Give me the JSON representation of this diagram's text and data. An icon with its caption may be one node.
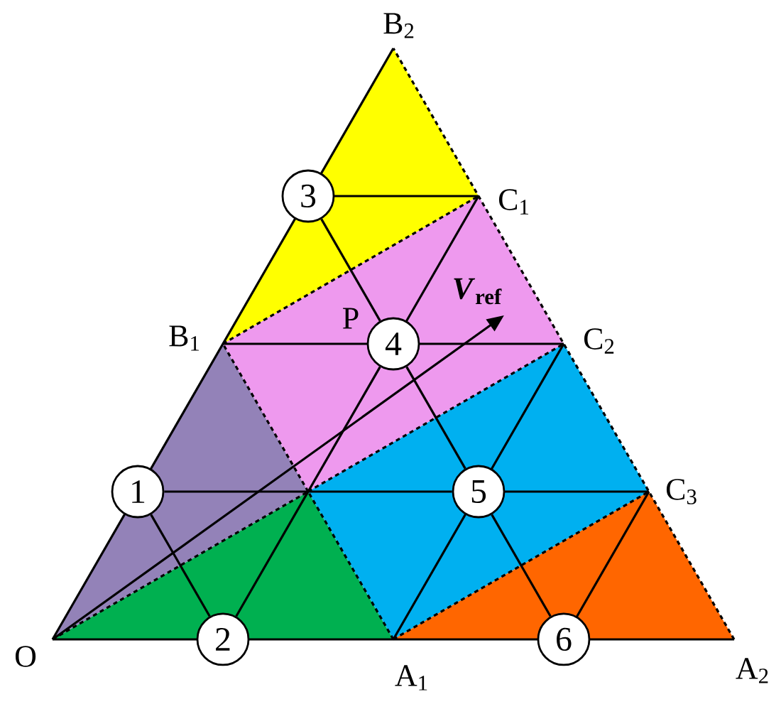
{
  "diagram": {
    "nodes": [
      {
        "text": [
          "1"
        ]
      },
      {
        "text": [
          "2"
        ]
      },
      {
        "text": [
          "3"
        ]
      },
      {
        "text": [
          "4"
        ]
      },
      {
        "text": [
          "5"
        ]
      },
      {
        "text": [
          "6"
        ]
      }
    ],
    "edges": [
      {
        "from": 0,
        "to": 1,
        "arrow": "none"
      },
      {
        "from": 1,
        "to": 3,
        "arrow": "none"
      },
      {
        "from": 2,
        "to": 3,
        "arrow": "none"
      },
      {
        "from": 3,
        "to": 4,
        "arrow": "none"
      },
      {
        "from": 4,
        "to": 5,
        "arrow": "none"
      },
      {
        "from": 0,
        "to": 4,
        "arrow": "none"
      }
    ],
    "labels": [
      "B$_{2}$",
      "C$_{1}$",
      "*V*$_{ref}$",
      "B$_{1}$",
      "P",
      "C$_{2}$",
      "C$_{3}$",
      "O",
      "A$_{1}$",
      "A$_{2}$"
    ]
  }
}
